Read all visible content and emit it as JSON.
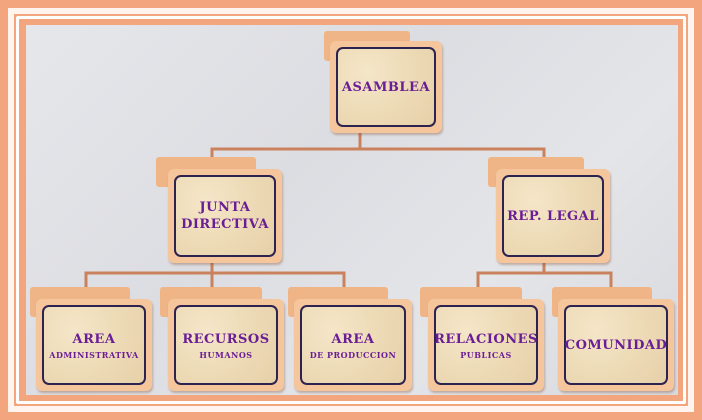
{
  "colors": {
    "background": "#f3a57d",
    "frame": "#ffffff",
    "connector": "#c9825c",
    "card": "#f5c59c",
    "text": "#6a1e96"
  },
  "nodes": {
    "asamblea": {
      "title": "ASAMBLEA"
    },
    "junta": {
      "title_line1": "JUNTA",
      "title_line2": "DIRECTIVA"
    },
    "rep_legal": {
      "title": "REP. LEGAL"
    },
    "area_admin": {
      "title": "AREA",
      "subtitle": "ADMINISTRATIVA"
    },
    "recursos": {
      "title": "RECURSOS",
      "subtitle": "HUMANOS"
    },
    "area_prod": {
      "title": "AREA",
      "subtitle": "DE PRODUCCION"
    },
    "relaciones": {
      "title": "RELACIONES",
      "subtitle": "PUBLICAS"
    },
    "comunidad": {
      "title": "COMUNIDAD"
    }
  },
  "edges": [
    [
      "asamblea",
      "junta"
    ],
    [
      "asamblea",
      "rep_legal"
    ],
    [
      "junta",
      "area_admin"
    ],
    [
      "junta",
      "recursos"
    ],
    [
      "junta",
      "area_prod"
    ],
    [
      "rep_legal",
      "relaciones"
    ],
    [
      "rep_legal",
      "comunidad"
    ]
  ]
}
